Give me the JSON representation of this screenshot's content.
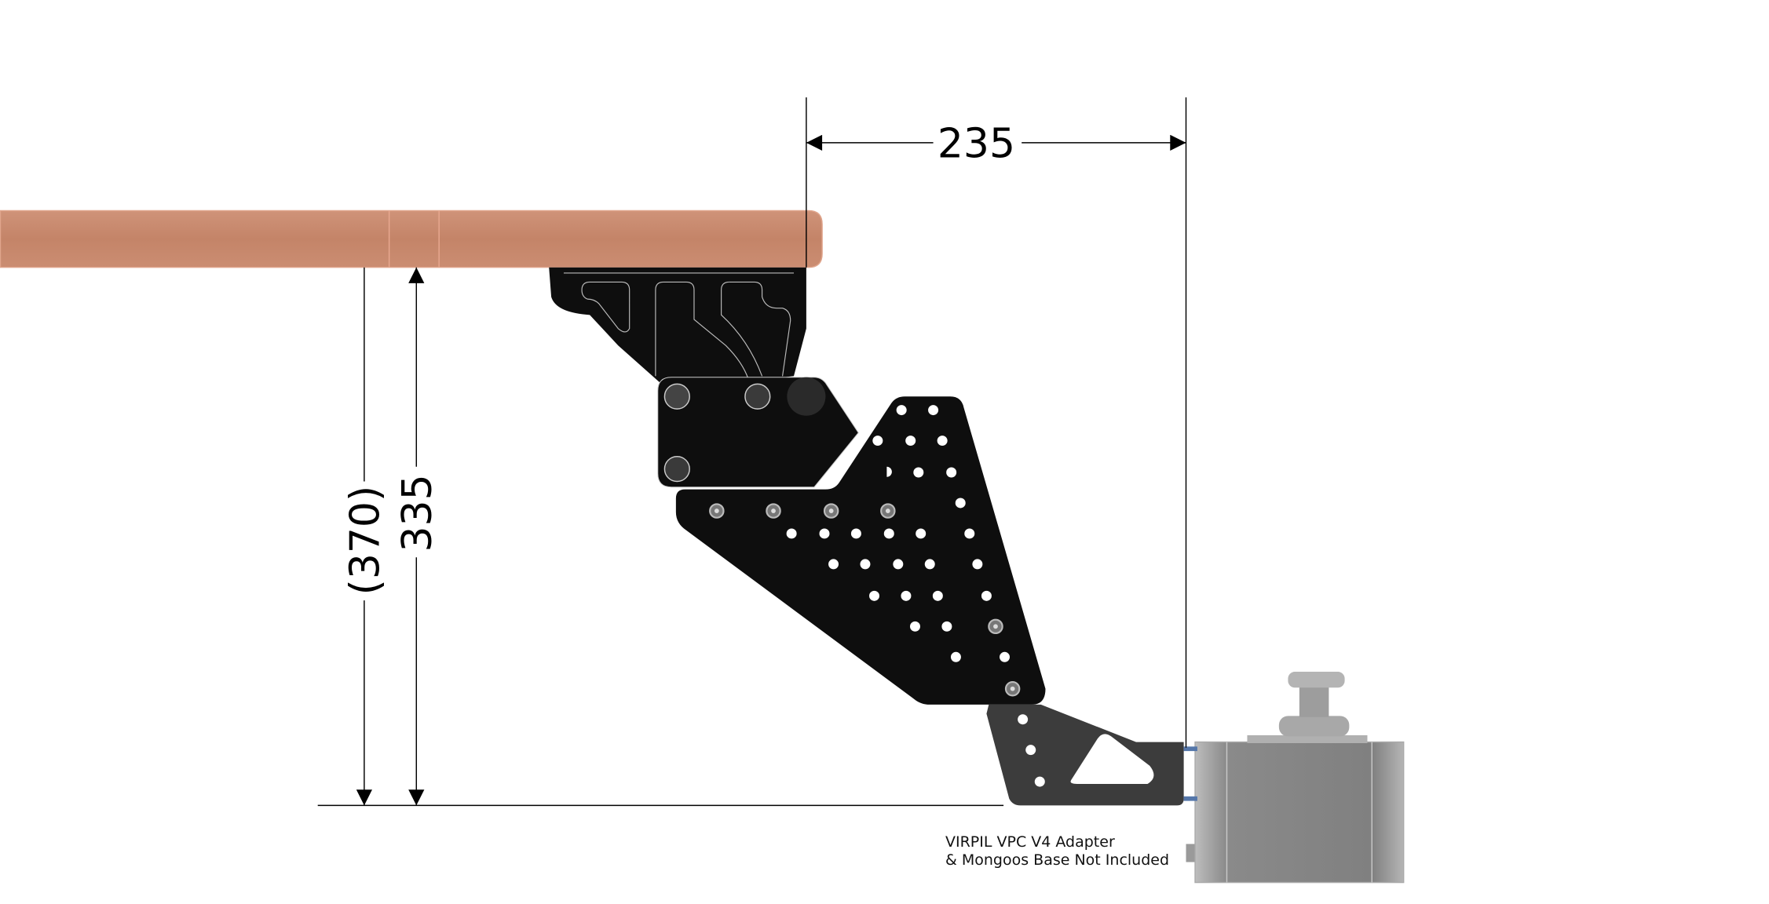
{
  "dimensions": {
    "horizontal_reach": "235",
    "height_to_bracket": "335",
    "height_reference": "(370)"
  },
  "note": {
    "line1": "VIRPIL VPC V4 Adapter",
    "line2": "& Mongoos Base Not Included"
  },
  "colors": {
    "desk": "#c98b73",
    "bracket": "#0e0e0e",
    "adapter": "#3c3c3c",
    "base": "#8a8a8a"
  }
}
